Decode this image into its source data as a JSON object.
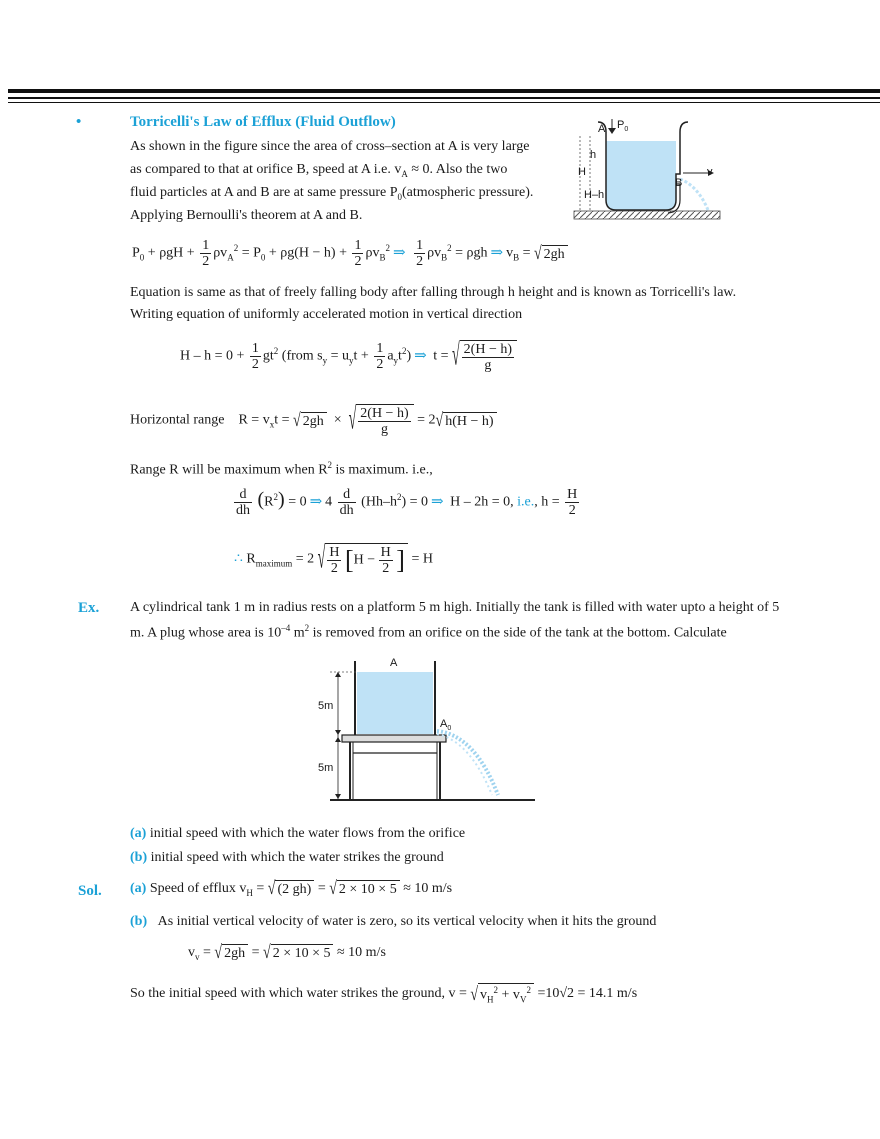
{
  "header_rules": true,
  "section": {
    "bullet": "•",
    "title": "Torricelli's Law of Efflux (Fluid Outflow)",
    "para_lines": [
      "As shown in the figure since the area of cross–section at A is very large",
      "as compared to that at orifice B, speed at A i.e.  v",
      "fluid particles at A and B are at same pressure P",
      "Applying Bernoulli's theorem at A and B."
    ],
    "para_line2_tail": " ≈ 0. Also the two",
    "para_line3_tail": "(atmospheric pressure).",
    "sub_A": "A",
    "sub_0": "0",
    "after_eq1_1": "Equation is same as that of freely falling body after falling through h height and is known as Torricelli's law.",
    "after_eq1_2": "Writing equation of uniformly accelerated motion in vertical direction",
    "horizontal_range_label": "Horizontal range",
    "range_max_text": "Range R will be maximum when R",
    "range_max_text_tail": " is maximum. i.e.,"
  },
  "fig1": {
    "label_A": "A",
    "label_P0": "P",
    "label_h": "h",
    "label_H": "H",
    "label_Hh": "H–h",
    "label_B": "B",
    "label_v": "v"
  },
  "example": {
    "tag": "Ex.",
    "line1": "A cylindrical tank 1 m in radius rests on a platform 5 m high. Initially the tank is filled with water upto a height of 5",
    "line2_pre": "m. A plug whose area is 10",
    "line2_exp": "–4",
    "line2_mid": " m",
    "line2_tail": " is removed from an orifice on the side of the tank at the bottom. Calculate",
    "part_a_label": "(a)",
    "part_a": " initial speed with which the water flows from the orifice",
    "part_b_label": "(b)",
    "part_b": " initial speed with which the water strikes the ground"
  },
  "fig2": {
    "label_A": "A",
    "label_5m_top": "5m",
    "label_5m_bottom": "5m",
    "label_A0": "A"
  },
  "solution": {
    "tag": "Sol.",
    "a_label": "(a)",
    "a_text": " Speed of efflux  v",
    "a_result": "10 m/s",
    "b_label": "(b)",
    "b_text": "As initial vertical velocity of water is zero, so its vertical velocity when it hits the ground",
    "b_result": "10 m/s",
    "final_text": "So the initial speed with which water strikes the ground, v =",
    "final_result": "=10√2 = 14.1 m/s"
  },
  "colors": {
    "accent": "#1ba1d6",
    "water": "#bfe2f6"
  }
}
